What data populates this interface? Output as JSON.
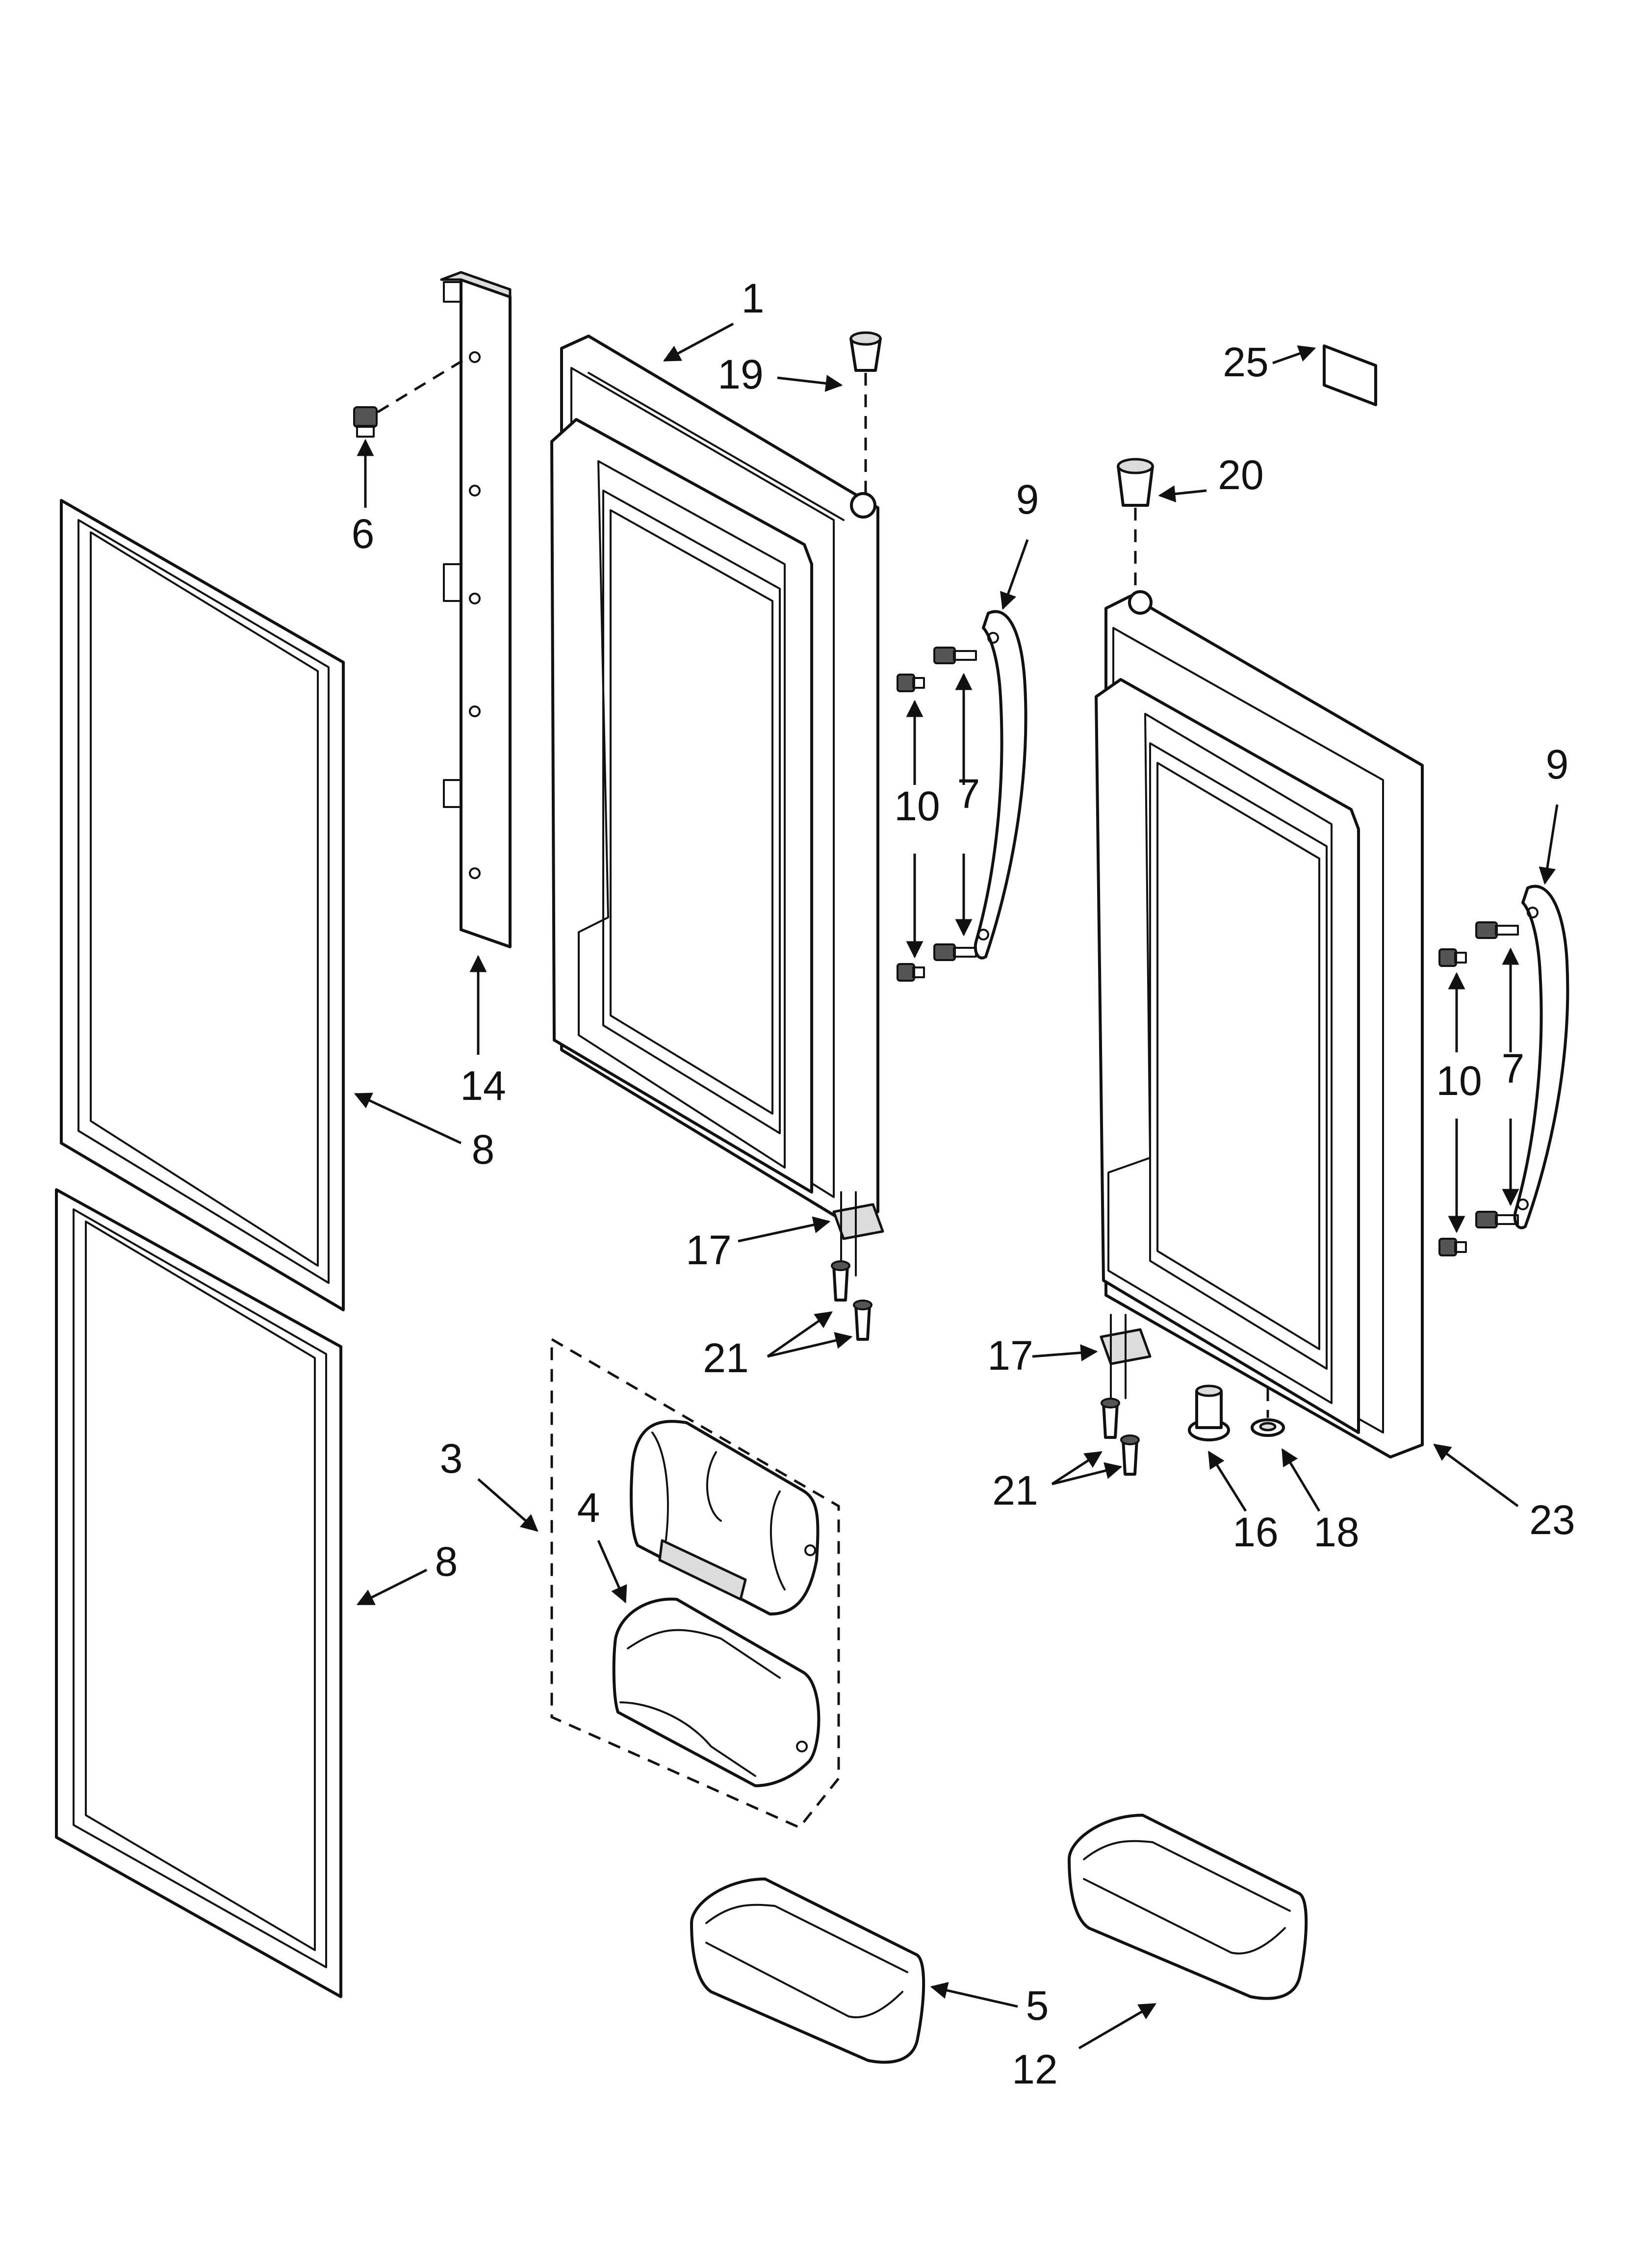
{
  "callouts": {
    "c1": "1",
    "c19": "19",
    "c25": "25",
    "c20": "20",
    "c6": "6",
    "c9a": "9",
    "c10a": "10",
    "c7a": "7",
    "c9b": "9",
    "c14": "14",
    "c8a": "8",
    "c10b": "10",
    "c7b": "7",
    "c17a": "17",
    "c21a": "21",
    "c17b": "17",
    "c3": "3",
    "c4": "4",
    "c21b": "21",
    "c16": "16",
    "c18": "18",
    "c23": "23",
    "c8b": "8",
    "c5": "5",
    "c12": "12"
  }
}
